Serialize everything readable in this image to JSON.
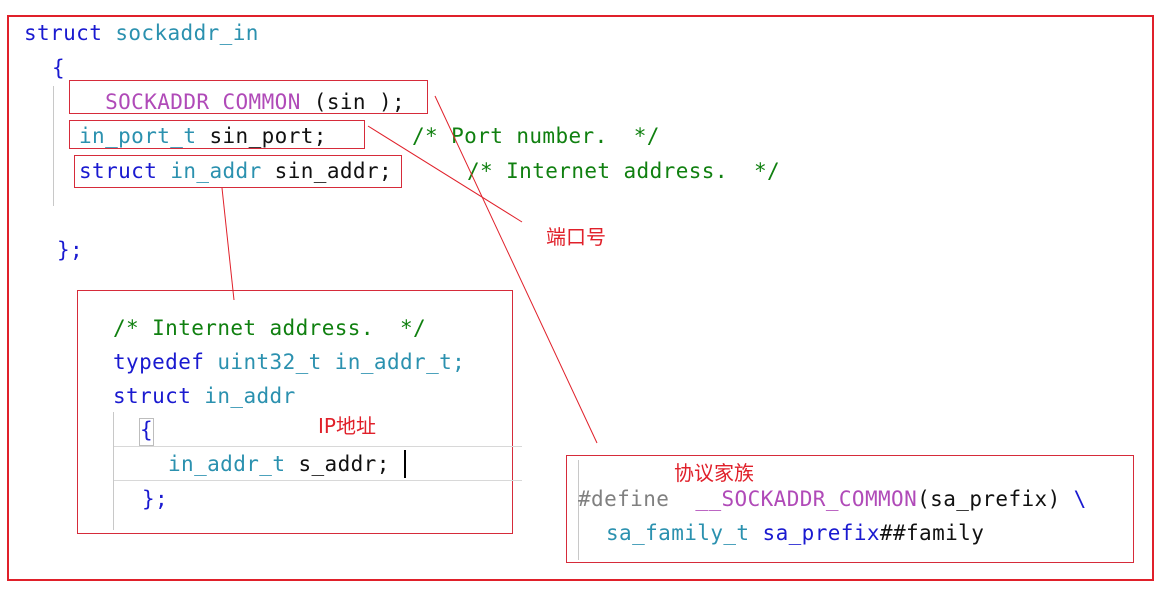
{
  "main_struct": {
    "line1": {
      "kw": "struct",
      "name": "sockaddr_in"
    },
    "open_brace": "{",
    "field1": {
      "macro": "__SOCKADDR_COMMON",
      "args": "(sin_);"
    },
    "field2": {
      "type": "in_port_t",
      "name": "sin_port;",
      "comment": "/* Port number.  */"
    },
    "field3": {
      "kw": "struct",
      "type": "in_addr",
      "name": "sin_addr;",
      "comment": "/* Internet address.  */"
    },
    "close_brace": "};"
  },
  "in_addr_box": {
    "comment": "/* Internet address.  */",
    "typedef_kw": "typedef",
    "typedef_type": "uint32_t",
    "typedef_name": "in_addr_t;",
    "struct_kw": "struct",
    "struct_name": "in_addr",
    "open_brace": "{",
    "field_type": "in_addr_t",
    "field_name": "s_addr;",
    "close_brace": "};"
  },
  "define_box": {
    "directive": "#define",
    "macro": "__SOCKADDR_COMMON",
    "param": "(sa_prefix)",
    "continuation": "\\",
    "body_type": "sa_family_t",
    "body_prefix": "sa_prefix",
    "body_suffix": "##family"
  },
  "annotations": {
    "port": "端口号",
    "ip": "IP地址",
    "family": "协议家族"
  },
  "colors": {
    "border": "#e0202a",
    "keyword": "#1a1ad0",
    "type": "#2b91af",
    "macro": "#b04ab8",
    "comment": "#108010"
  }
}
